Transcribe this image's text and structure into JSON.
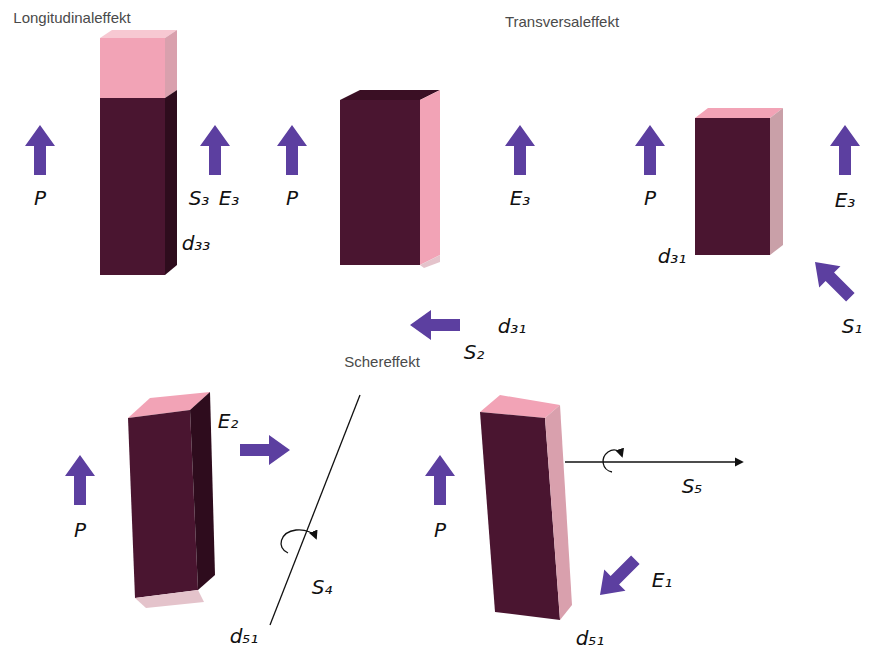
{
  "diagram": {
    "labels": [
      "Longitudinaleffekt",
      "P",
      "S₃",
      "E₃",
      "d₃₃",
      "Transversaleffekt",
      "P",
      "E₃",
      "S₂",
      "d₃₁",
      "P",
      "E₃",
      "d₃₁",
      "S₁",
      "Schereffekt",
      "P",
      "E₂",
      "S₄",
      "d₅₁",
      "P",
      "S₅",
      "E₁",
      "d₅₁"
    ]
  }
}
